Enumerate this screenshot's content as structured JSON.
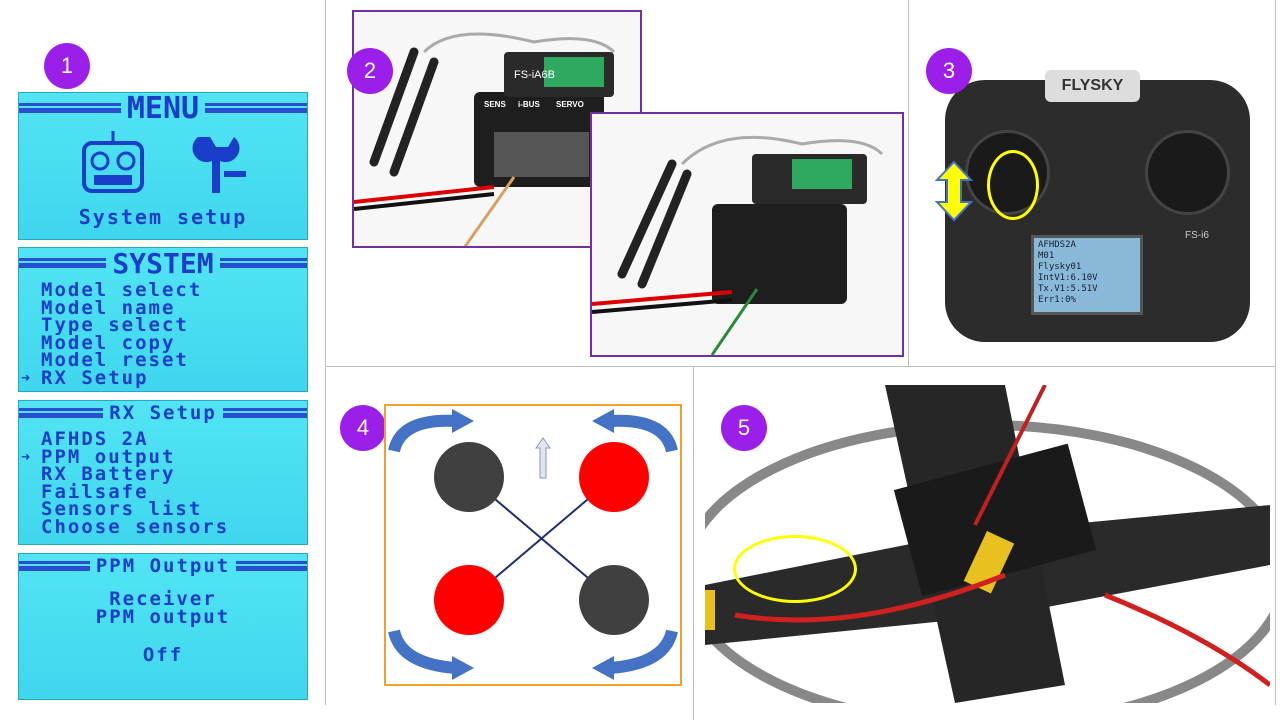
{
  "badges": [
    "1",
    "2",
    "3",
    "4",
    "5"
  ],
  "panel1": {
    "menu": {
      "title": "MENU",
      "caption": "System setup"
    },
    "system": {
      "title": "SYSTEM",
      "items": [
        "Model select",
        "Model name",
        "Type select",
        "Model copy",
        "Model reset",
        "RX Setup"
      ],
      "selected": "RX Setup"
    },
    "rx_setup": {
      "title": "RX Setup",
      "items": [
        "AFHDS 2A",
        "PPM output",
        "RX Battery",
        "Failsafe",
        "Sensors list",
        "Choose sensors"
      ],
      "selected": "PPM output"
    },
    "ppm": {
      "title": "PPM Output",
      "line1": "Receiver",
      "line2": "PPM output",
      "value": "Off"
    }
  },
  "panel2": {
    "receiver_label": "FS-iA6B",
    "ports": [
      "SENS",
      "i-BUS",
      "SERVO"
    ]
  },
  "panel3": {
    "brand": "FLYSKY",
    "model": "FS-i6",
    "screen": {
      "protocol": "AFHDS2A",
      "model_no": "M01",
      "model_name": "Flysky01",
      "int_v": "IntV1:6.10V",
      "tx_v": "Tx.V1:5.51V",
      "err": "Err1:0%"
    }
  },
  "colors": {
    "badge": "#9b1fe8",
    "lcd": "#45dcf0",
    "frame": "#7030a0",
    "orange": "#f0a030",
    "motor_red": "#ff0000",
    "motor_dark": "#404040",
    "arrow_blue": "#4472c4",
    "highlight": "#ffff00"
  }
}
